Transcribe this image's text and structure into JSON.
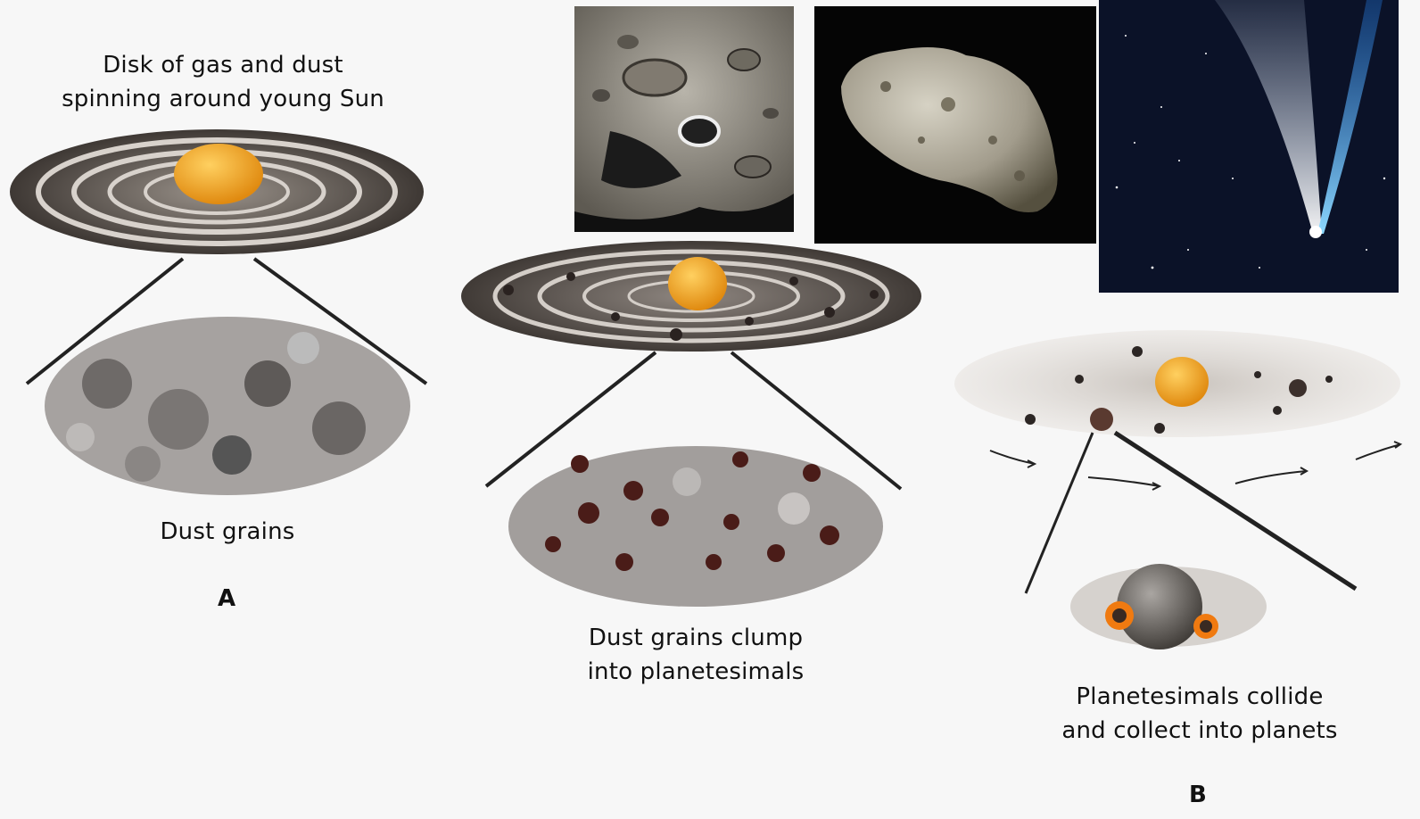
{
  "stage_a": {
    "caption_top_line1": "Disk of gas and dust",
    "caption_top_line2": "spinning around young Sun",
    "caption_bottom": "Dust grains",
    "panel_label": "A"
  },
  "stage_middle": {
    "caption_line1": "Dust grains clump",
    "caption_line2": "into planetesimals"
  },
  "stage_b": {
    "caption_line1": "Planetesimals collide",
    "caption_line2": "and collect into planets",
    "panel_label": "B"
  },
  "photos": [
    "cratered-surface-photo",
    "asteroid-photo",
    "comet-photo"
  ],
  "colors": {
    "sun": "#f0a020",
    "disk_dark": "#4a4440",
    "disk_light": "#c8c2bc",
    "space": "#07070a",
    "comet_sky": "#0d1530",
    "comet_tail": "#4aa8ff"
  }
}
